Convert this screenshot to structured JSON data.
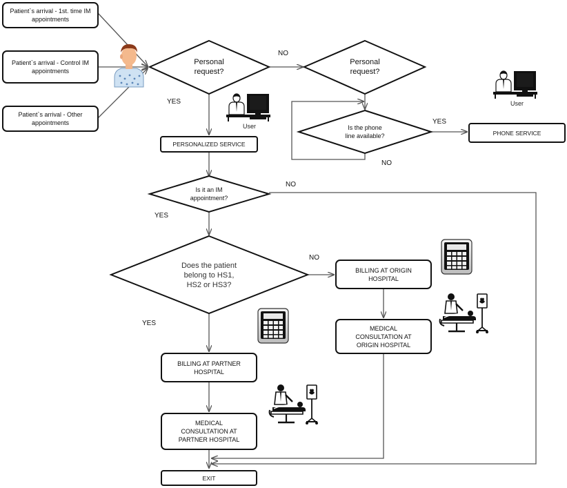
{
  "arrivals": {
    "first": "Patient`s arrival - 1st. time IM appointments",
    "control": "Patient`s arrival - Control IM appointments",
    "other": "Patient`s arrival - Other appointments"
  },
  "decisions": {
    "personal_request_1": "Personal\nrequest?",
    "personal_request_2": "Personal\nrequest?",
    "phone_available": "Is the phone\nline available?",
    "im_appointment": "Is it an IM\nappointment?",
    "belongs_hs": "Does the patient\nbelong to HS1,\nHS2 or HS3?"
  },
  "processes": {
    "personalized_service": "PERSONALIZED SERVICE",
    "phone_service": "PHONE SERVICE",
    "billing_origin": "BILLING  AT ORIGIN HOSPITAL",
    "medical_origin": "MEDICAL CONSULTATION AT ORIGIN HOSPITAL",
    "billing_partner": "BILLING  AT PARTNER HOSPITAL",
    "medical_partner": "MEDICAL CONSULTATION AT PARTNER HOSPITAL",
    "exit": "EXIT"
  },
  "labels": {
    "no_1": "NO",
    "yes_1": "YES",
    "yes_phone": "YES",
    "no_phone": "NO",
    "no_im": "NO",
    "yes_im": "YES",
    "no_hs": "NO",
    "yes_hs": "YES"
  },
  "user_captions": {
    "user_1": "User",
    "user_2": "User"
  },
  "icons": {
    "patient": "patient-icon",
    "user_workstation": "user-at-computer-icon",
    "calculator": "calculator-icon",
    "consultation": "medical-consultation-icon"
  }
}
